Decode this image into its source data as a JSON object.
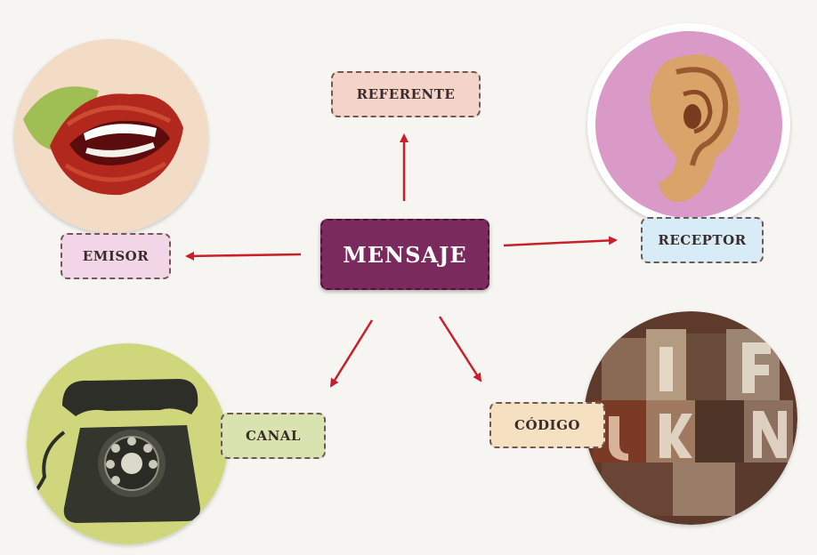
{
  "diagram": {
    "center": {
      "label": "MENSAJE"
    },
    "nodes": {
      "referente": {
        "label": "REFERENTE"
      },
      "emisor": {
        "label": "EMISOR"
      },
      "receptor": {
        "label": "RECEPTOR"
      },
      "canal": {
        "label": "CANAL"
      },
      "codigo": {
        "label": "CÓDIGO"
      }
    },
    "images": {
      "emisor": "mouth-illustration",
      "receptor": "ear-illustration",
      "canal": "rotary-telephone-illustration",
      "codigo": "wooden-type-letters-illustration"
    },
    "colors": {
      "arrow": "#c8202a",
      "center_fill": "#7b2a5e",
      "referente_fill": "#f4d3c8",
      "emisor_fill": "#f2d6e8",
      "receptor_fill": "#d7ecf7",
      "canal_fill": "#d9e3b0",
      "codigo_fill": "#f6e0c2"
    }
  }
}
